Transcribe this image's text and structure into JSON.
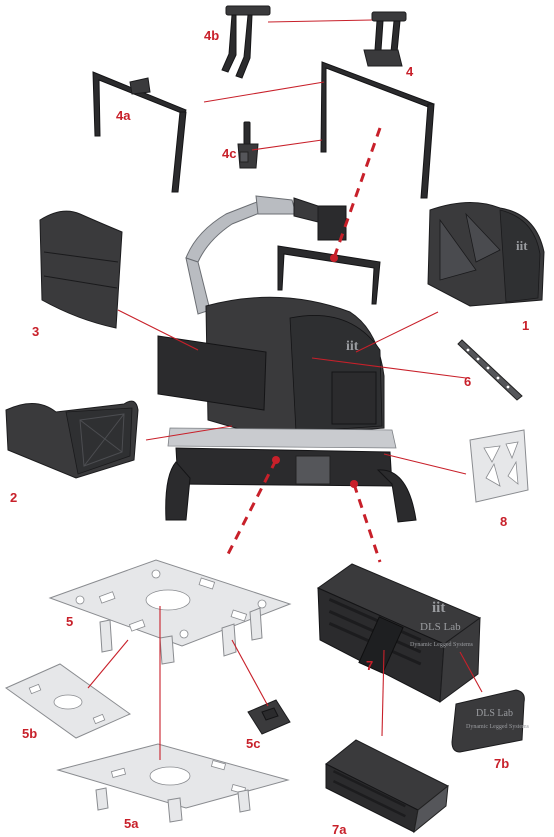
{
  "labels": {
    "l1": "1",
    "l2": "2",
    "l3": "3",
    "l4": "4",
    "l4a": "4a",
    "l4b": "4b",
    "l4c": "4c",
    "l5": "5",
    "l5a": "5a",
    "l5b": "5b",
    "l5c": "5c",
    "l6": "6",
    "l7": "7",
    "l7a": "7a",
    "l7b": "7b",
    "l8": "8"
  },
  "emboss": {
    "logo": "iit",
    "lab": "DLS Lab",
    "subtitle": "Dynamic Legged Systems"
  },
  "colors": {
    "accent": "#c8202a",
    "dark_part": "#3a3a3c",
    "light_part": "#e6e7e9"
  }
}
